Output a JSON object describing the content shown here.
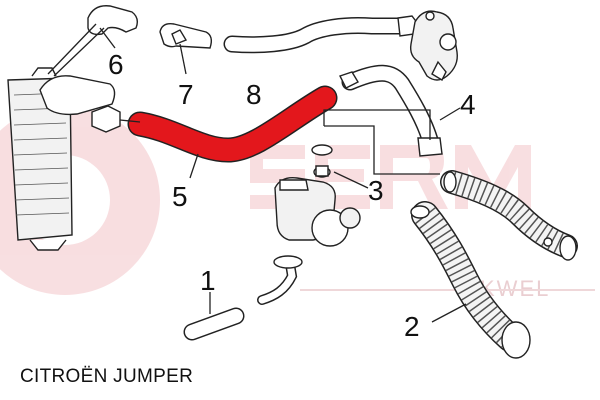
{
  "caption": "CITROËN JUMPER",
  "callouts": [
    {
      "id": "1",
      "label": "1"
    },
    {
      "id": "2",
      "label": "2"
    },
    {
      "id": "3",
      "label": "3"
    },
    {
      "id": "4",
      "label": "4"
    },
    {
      "id": "5",
      "label": "5"
    },
    {
      "id": "6",
      "label": "6"
    },
    {
      "id": "7",
      "label": "7"
    },
    {
      "id": "8",
      "label": "8"
    }
  ],
  "watermark": {
    "text": "SERM",
    "subtext": "KWEL",
    "color": "#f0b9bf"
  },
  "colors": {
    "highlight_hose": "#e3171c",
    "outline": "#222222",
    "part_fill": "#f2f2f2"
  }
}
